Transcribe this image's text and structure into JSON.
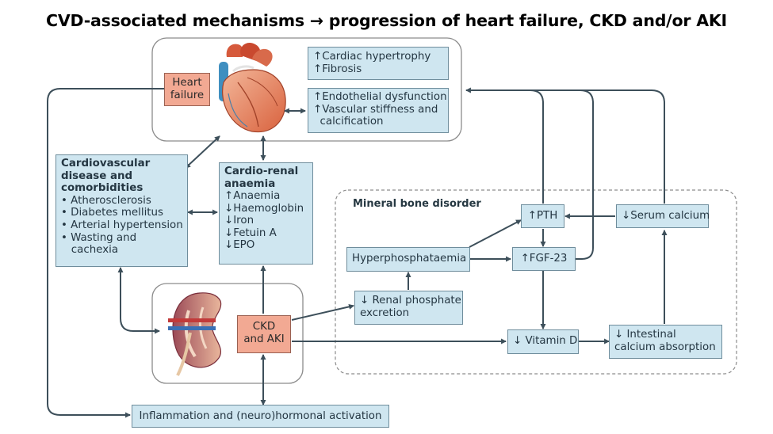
{
  "title": "CVD-associated mechanisms → progression of heart failure, CKD and/or AKI",
  "boxes": {
    "heart_failure": [
      "Heart",
      "failure"
    ],
    "cardiac_changes": [
      "↑Cardiac hypertrophy",
      "↑Fibrosis"
    ],
    "vascular_changes": [
      "↑Endothelial dysfunction",
      "↑Vascular stiffness and",
      "  calcification"
    ],
    "cvd": {
      "heading": [
        "Cardiovascular",
        "disease and",
        "comorbidities"
      ],
      "items": [
        "• Atherosclerosis",
        "• Diabetes mellitus",
        "• Arterial hypertension",
        "• Wasting and",
        "   cachexia"
      ]
    },
    "anaemia": {
      "heading": [
        "Cardio-renal",
        "anaemia"
      ],
      "items": [
        "↑Anaemia",
        "↓Haemoglobin",
        "↓Iron",
        "↓Fetuin A",
        "↓EPO"
      ]
    },
    "ckd_aki": [
      "CKD",
      "and AKI"
    ],
    "inflammation": "Inflammation and (neuro)hormonal activation",
    "pth": "↑PTH",
    "serum_calcium": "↓Serum calcium",
    "hyperphosphataemia": "Hyperphosphataemia",
    "fgf23": "↑FGF-23",
    "renal_phosphate": [
      "↓ Renal phosphate",
      "excretion"
    ],
    "vitamin_d": "↓ Vitamin D",
    "intestinal_calcium": [
      "↓ Intestinal",
      "calcium absorption"
    ]
  },
  "regions": {
    "mineral_bone_disorder": "Mineral bone disorder"
  },
  "icons": [
    "heart-illustration-icon",
    "kidney-illustration-icon"
  ],
  "colors": {
    "box_fill": "#cfe6f0",
    "box_border": "#6f8d9c",
    "highlight_fill": "#f2a993",
    "arrow": "#3d4f5a",
    "panel_border": "#8c8c8c"
  }
}
